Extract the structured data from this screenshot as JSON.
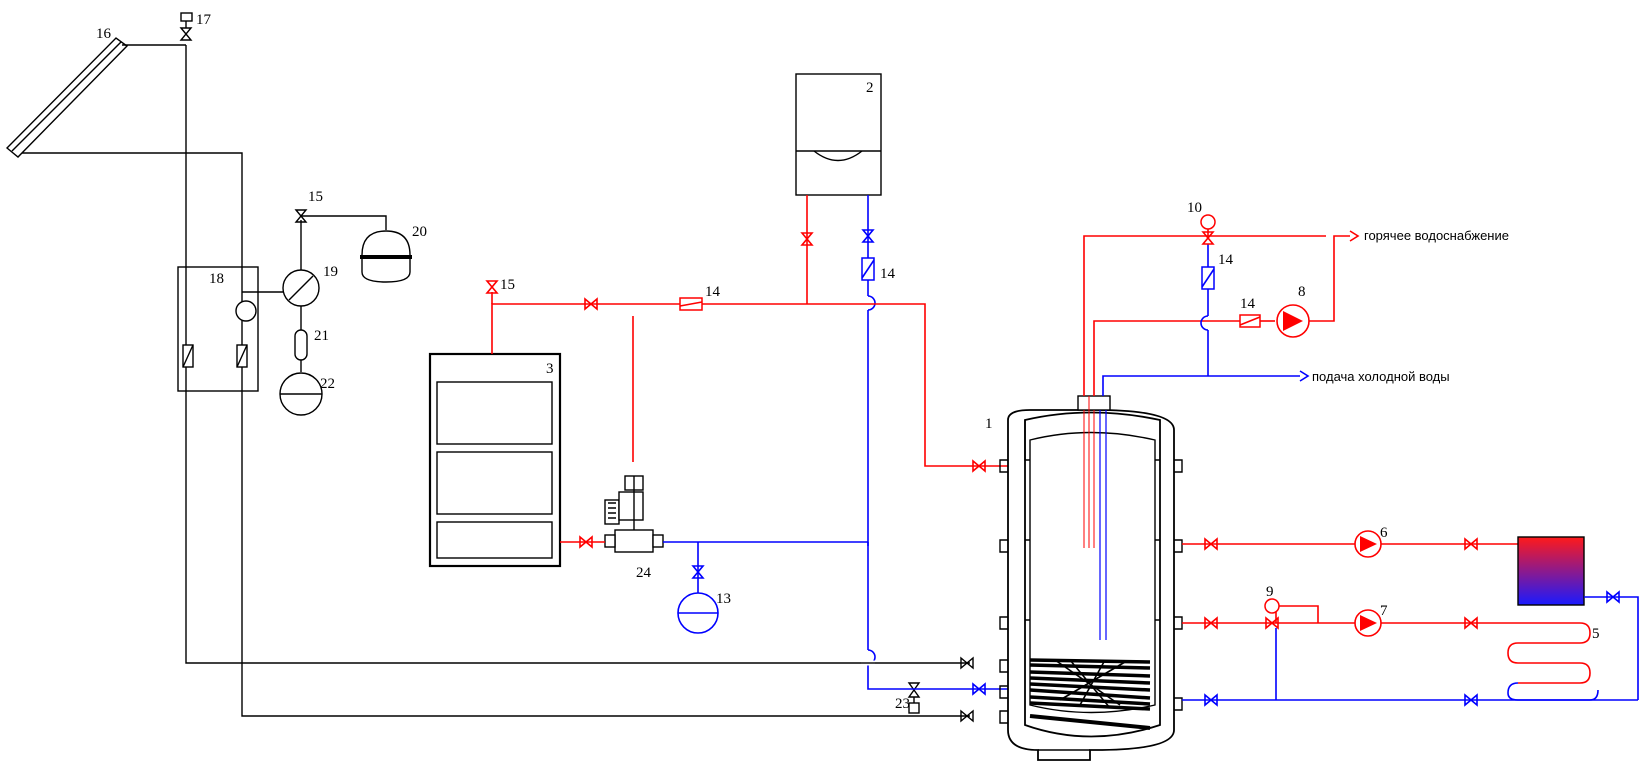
{
  "labels": {
    "n1": "1",
    "n2": "2",
    "n3": "3",
    "n5": "5",
    "n6": "6",
    "n7": "7",
    "n8": "8",
    "n9": "9",
    "n10": "10",
    "n13": "13",
    "n14a": "14",
    "n14b": "14",
    "n14c": "14",
    "n14d": "14",
    "n15a": "15",
    "n15b": "15",
    "n16": "16",
    "n17": "17",
    "n18": "18",
    "n19": "19",
    "n20": "20",
    "n21": "21",
    "n22": "22",
    "n23": "23",
    "n24": "24"
  },
  "notes": {
    "hot_water": "горячее водоснабжение",
    "cold_water": "подача холодной воды"
  },
  "colors": {
    "hot_line": "#ff0000",
    "cold_line": "#0000ff",
    "solar_line": "#000000"
  }
}
